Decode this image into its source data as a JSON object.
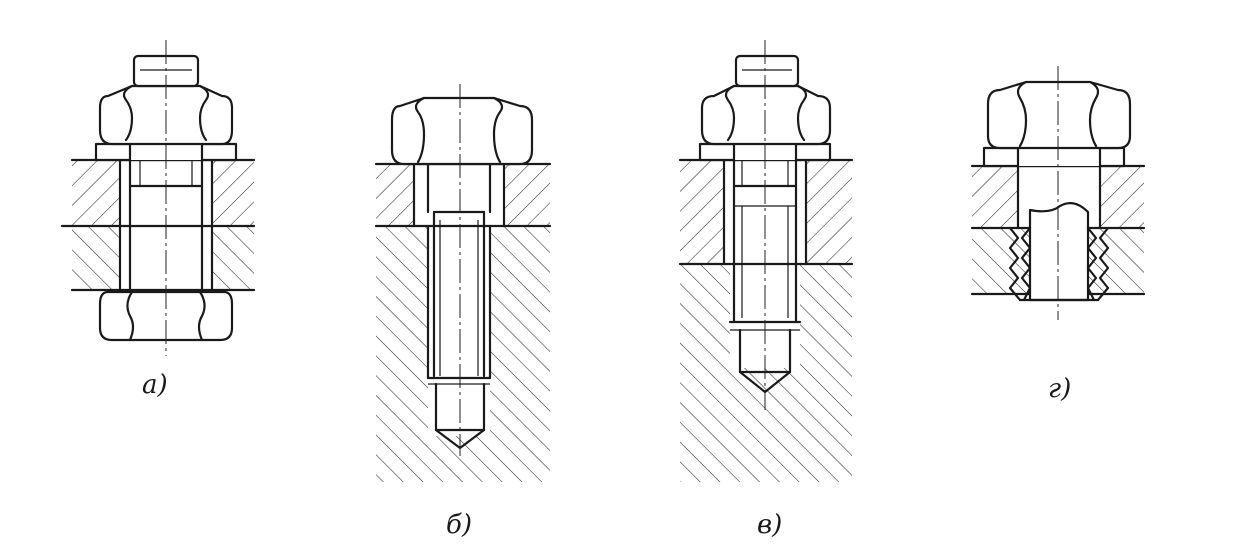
{
  "figures": [
    {
      "id": "a",
      "label": "а)"
    },
    {
      "id": "b",
      "label": "б)"
    },
    {
      "id": "v",
      "label": "в)"
    },
    {
      "id": "g",
      "label": "г)"
    }
  ],
  "colors": {
    "ink": "#1a1a1a",
    "paper": "#ffffff"
  }
}
